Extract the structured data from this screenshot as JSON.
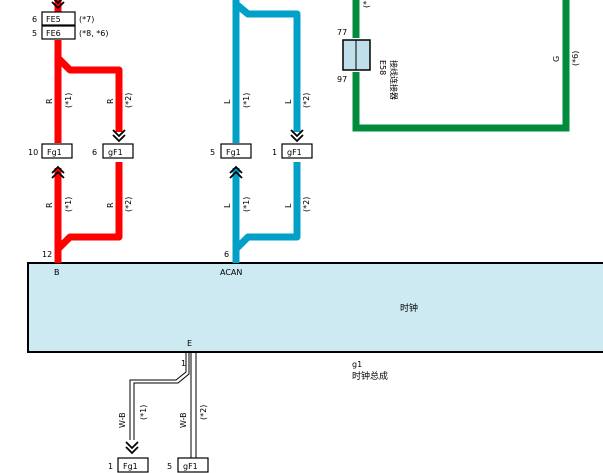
{
  "colors": {
    "red_wire": "#ff0000",
    "blue_wire": "#00a0c8",
    "green_wire": "#008c3c",
    "module_fill": "#cdeaf2",
    "relay_fill": "#bfe0ea"
  },
  "connectors": {
    "fe5": {
      "pin": "6",
      "label": "FE5",
      "note": "(*7)"
    },
    "fe6": {
      "pin": "5",
      "label": "FE6",
      "note": "(*8, *6)"
    },
    "red_left": {
      "pin": "10",
      "label": "Fg1"
    },
    "red_right": {
      "pin": "6",
      "label": "gF1"
    },
    "blue_left": {
      "pin": "5",
      "label": "Fg1"
    },
    "blue_right": {
      "pin": "1",
      "label": "gF1"
    },
    "bottom_left": {
      "pin": "1",
      "label": "Fg1"
    },
    "bottom_right": {
      "pin": "5",
      "label": "gF1"
    }
  },
  "wires": {
    "red": {
      "color_code": "R",
      "variant1": "(*1)",
      "variant2": "(*2)",
      "pin": "12",
      "terminal": "B"
    },
    "blue": {
      "color_code": "L",
      "variant1": "(*1)",
      "variant2": "(*2)",
      "pin": "6",
      "terminal": "ACAN"
    },
    "green": {
      "color_code": "G",
      "variant": "(*6)",
      "top_mark": "(*"
    },
    "ground": {
      "color_code": "W-B",
      "variant1": "(*1)",
      "variant2": "(*2)",
      "pin": "1",
      "terminal": "E"
    }
  },
  "junction": {
    "pin_top": "77",
    "pin_bottom": "97",
    "id": "E58",
    "name": "接线连接器"
  },
  "module": {
    "name": "时钟",
    "code": "g1",
    "assembly": "时钟总成"
  }
}
